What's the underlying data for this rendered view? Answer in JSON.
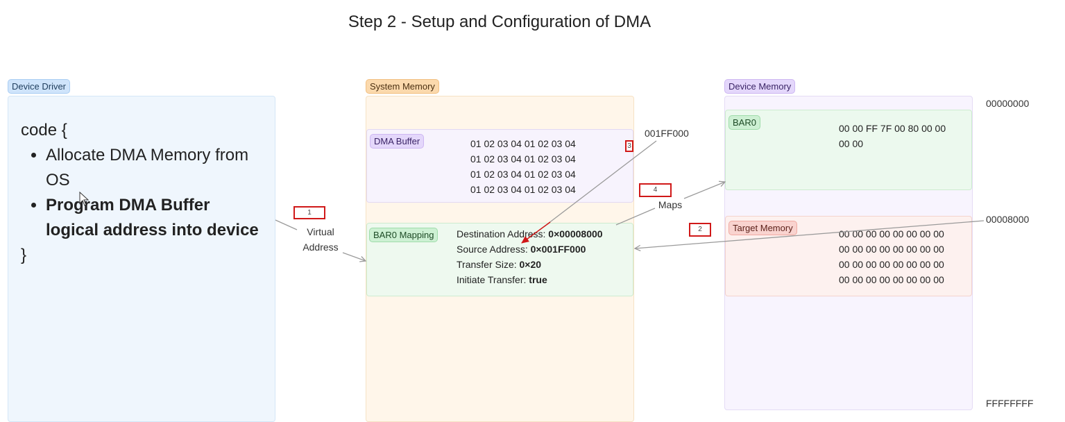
{
  "title": "Step 2 - Setup and Configuration of DMA",
  "tags": {
    "device_driver": "Device Driver",
    "system_memory": "System Memory",
    "device_memory": "Device Memory",
    "dma_buffer": "DMA Buffer",
    "bar0_mapping": "BAR0 Mapping",
    "bar0": "BAR0",
    "target_memory": "Target Memory"
  },
  "code": {
    "open": "code {",
    "item1": "Allocate DMA Memory from OS",
    "item2": "Program DMA Buffer logical address into device",
    "close": "}"
  },
  "dma_buffer_lines": [
    "01 02 03 04 01 02 03 04",
    "01 02 03 04 01 02 03 04",
    "01 02 03 04 01 02 03 04",
    "01 02 03 04 01 02 03 04"
  ],
  "bar0_mapping": {
    "dest_label": "Destination Address: ",
    "dest_value": "0×00008000",
    "src_label": "Source Address: ",
    "src_value": "0×001FF000",
    "size_label": "Transfer Size: ",
    "size_value": "0×20",
    "init_label": "Initiate Transfer: ",
    "init_value": "true"
  },
  "bar0_lines": [
    "00 00 FF 7F 00 80 00 00",
    "00 00"
  ],
  "target_memory_lines": [
    "00 00 00 00 00 00 00 00",
    "00 00 00 00 00 00 00 00",
    "00 00 00 00 00 00 00 00",
    "00 00 00 00 00 00 00 00"
  ],
  "addresses": {
    "dma_buffer": "001FF000",
    "device_start": "00000000",
    "target": "00008000",
    "device_end": "FFFFFFFF"
  },
  "edge_labels": {
    "virtual_address_1": "Virtual",
    "virtual_address_2": "Address",
    "maps": "Maps"
  },
  "markers": [
    "1",
    "2",
    "3",
    "4"
  ],
  "colors": {
    "marker_border": "#d01818",
    "arrow_gray": "#9a9a9a",
    "arrow_red": "#d01818"
  }
}
